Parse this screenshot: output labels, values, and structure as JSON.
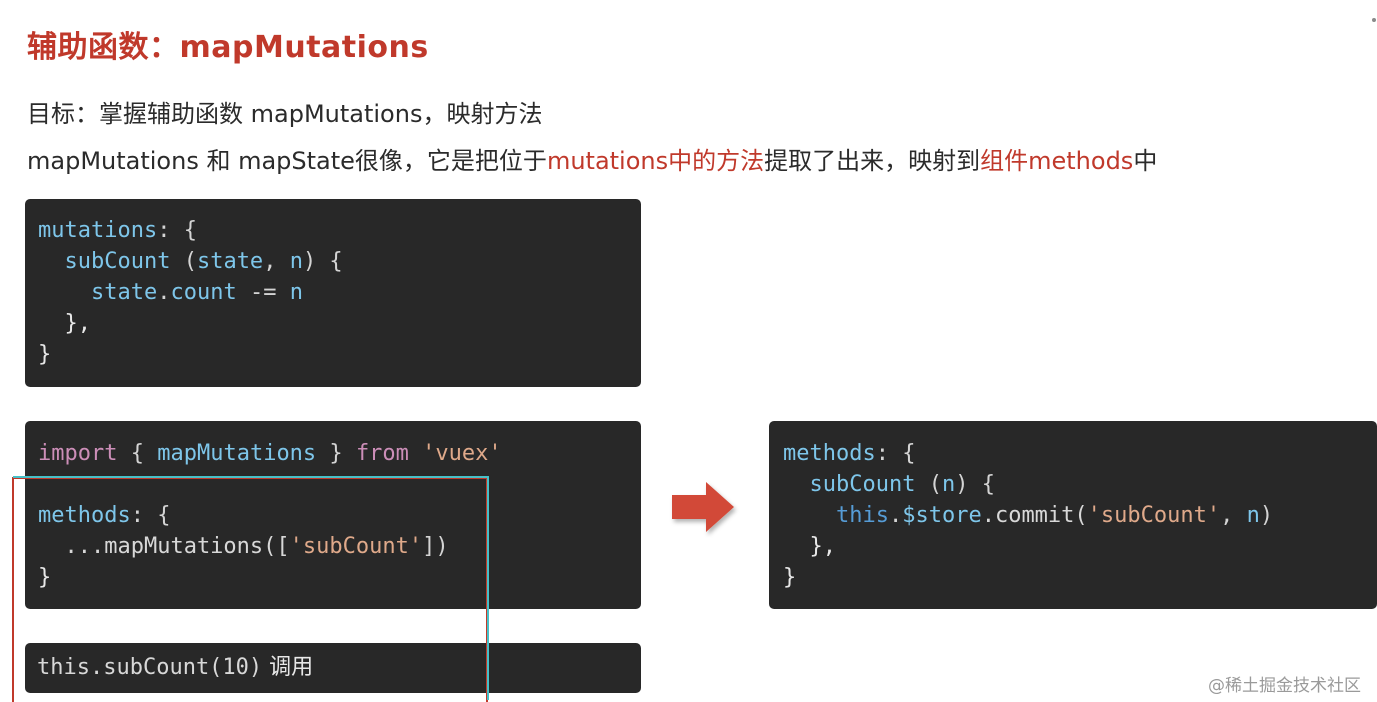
{
  "title": "辅助函数：mapMutations",
  "paragraphs": {
    "goal": "目标：掌握辅助函数 mapMutations，映射方法",
    "desc_a": "mapMutations 和 mapState很像，它是把位于",
    "desc_b": "mutations中的方法",
    "desc_c": "提取了出来，映射到",
    "desc_d": "组件methods",
    "desc_e": "中"
  },
  "code1": {
    "l1a": "mutations",
    "l1b": ": {",
    "l2a": "  subCount",
    "l2b": " (",
    "l2c": "state",
    "l2d": ", ",
    "l2e": "n",
    "l2f": ") {",
    "l3a": "    state",
    "l3b": ".",
    "l3c": "count",
    "l3d": " -= ",
    "l3e": "n",
    "l4": "  },",
    "l5": "}"
  },
  "code2": {
    "l1a": "import",
    "l1b": " { ",
    "l1c": "mapMutations",
    "l1d": " } ",
    "l1e": "from",
    "l1f": " ",
    "l1g": "'vuex'",
    "l3a": "methods",
    "l3b": ": {",
    "l4a": "  ...mapMutations([",
    "l4b": "'subCount'",
    "l4c": "])",
    "l5": "}"
  },
  "code3": {
    "l1a": "methods",
    "l1b": ": {",
    "l2a": "  subCount",
    "l2b": " (",
    "l2c": "n",
    "l2d": ") {",
    "l3a": "    this",
    "l3b": ".",
    "l3c": "$store",
    "l3d": ".commit(",
    "l3e": "'subCount'",
    "l3f": ", ",
    "l3g": "n",
    "l3h": ")",
    "l4": "  },",
    "l5": "}"
  },
  "code4": {
    "code": "this.subCount(10)",
    "suffix": " 调用"
  },
  "watermark": "@稀土掘金技术社区",
  "colors": {
    "accent_red": "#c0392b",
    "code_bg": "#282828",
    "highlight_cyan": "#47c0c8",
    "arrow": "#d24a37"
  },
  "icons": {
    "arrow": "right-arrow-icon"
  }
}
